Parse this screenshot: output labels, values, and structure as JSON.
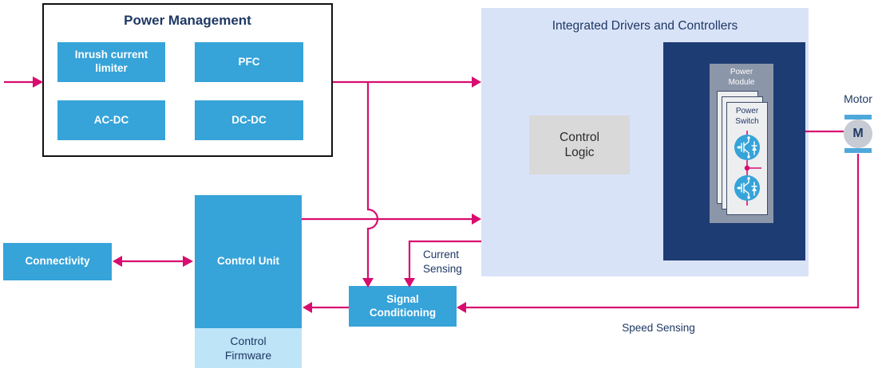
{
  "colors": {
    "accent_pink": "#D80D6F",
    "box_blue": "#36A3D9",
    "panel_light_blue": "#D9E3F8",
    "navy_text": "#1F3864",
    "dark_navy_box": "#1E3C74",
    "module_gray": "#8B96A9",
    "logic_gray": "#D9D9D9",
    "firmware_light_blue": "#BEE4F8"
  },
  "power_management": {
    "title": "Power Management",
    "modules": [
      {
        "label": "Inrush current limiter"
      },
      {
        "label": "PFC"
      },
      {
        "label": "AC-DC"
      },
      {
        "label": "DC-DC"
      }
    ]
  },
  "integrated_drivers": {
    "title": "Integrated Drivers and Controllers",
    "control_logic_label": "Control Logic",
    "power_module_label": "Power Module",
    "power_switch_label": "Power Switch"
  },
  "motor": {
    "label": "Motor",
    "symbol": "M"
  },
  "connectivity": {
    "label": "Connectivity"
  },
  "control_unit": {
    "label": "Control Unit",
    "firmware_label": "Control Firmware"
  },
  "signal_conditioning": {
    "label": "Signal Conditioning"
  },
  "sensing": {
    "current": "Current Sensing",
    "speed": "Speed Sensing"
  }
}
